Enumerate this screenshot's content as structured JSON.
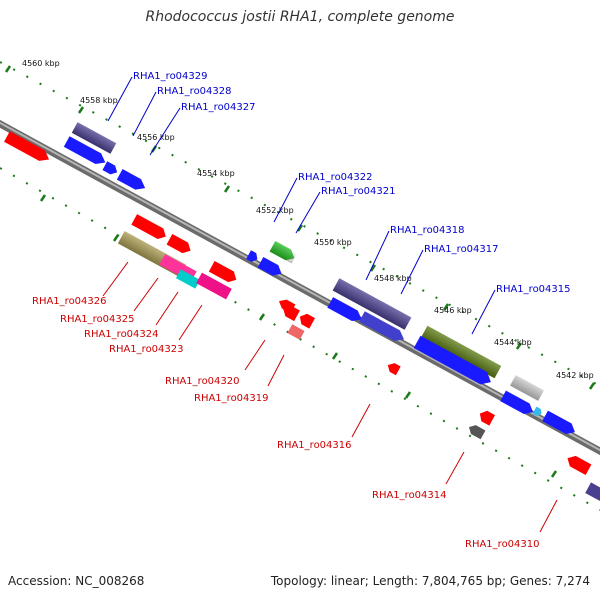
{
  "title": "Rhodococcus jostii RHA1, complete genome",
  "footer": {
    "accession": "Accession: NC_008268",
    "summary": "Topology: linear; Length: 7,804,765 bp; Genes: 7,274"
  },
  "colors": {
    "backbone": "#8a8a8a",
    "tick": "#1a7a1a",
    "label_top": "#0000cc",
    "label_bottom": "#cc0000"
  },
  "scale": {
    "ticks": [
      "4560 kbp",
      "4558 kbp",
      "4556 kbp",
      "4554 kbp",
      "4552 kbp",
      "4550 kbp",
      "4548 kbp",
      "4546 kbp",
      "4544 kbp",
      "4542 kbp"
    ]
  },
  "genes_top": [
    {
      "label": "RHA1_ro04329",
      "color": "#4a4090"
    },
    {
      "label": "RHA1_ro04328",
      "color": "#1a1aff"
    },
    {
      "label": "RHA1_ro04327",
      "color": "#1a1aff"
    },
    {
      "label": "RHA1_ro04322",
      "color": "#22bb22"
    },
    {
      "label": "RHA1_ro04321",
      "color": "#1a1aff"
    },
    {
      "label": "RHA1_ro04318",
      "color": "#4a4090"
    },
    {
      "label": "RHA1_ro04317",
      "color": "#4a4090"
    },
    {
      "label": "RHA1_ro04315",
      "color": "#5a7a10"
    }
  ],
  "genes_bottom": [
    {
      "label": "RHA1_ro04326",
      "color": "#a89a50"
    },
    {
      "label": "RHA1_ro04325",
      "color": "#ff3399"
    },
    {
      "label": "RHA1_ro04324",
      "color": "#00cccc"
    },
    {
      "label": "RHA1_ro04323",
      "color": "#ee1188"
    },
    {
      "label": "RHA1_ro04320",
      "color": "#ff0000"
    },
    {
      "label": "RHA1_ro04319",
      "color": "#ee6666"
    },
    {
      "label": "RHA1_ro04316",
      "color": "#ff0000"
    },
    {
      "label": "RHA1_ro04314",
      "color": "#555555"
    },
    {
      "label": "RHA1_ro04310",
      "color": "#ff0000"
    }
  ]
}
